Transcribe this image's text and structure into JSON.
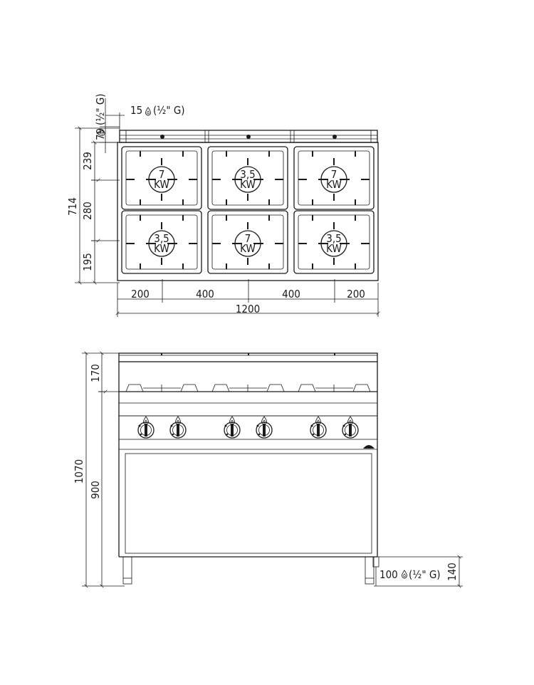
{
  "top_view": {
    "gas_connection_top": {
      "value": "15",
      "thread": "(½\" G)"
    },
    "gas_connection_side": {
      "value": "79",
      "thread": "(½\" G)"
    },
    "burners": [
      {
        "line1": "7",
        "line2": "KW"
      },
      {
        "line1": "3,5",
        "line2": "KW"
      },
      {
        "line1": "7",
        "line2": "KW"
      },
      {
        "line1": "3,5",
        "line2": "KW"
      },
      {
        "line1": "7",
        "line2": "KW"
      },
      {
        "line1": "3,5",
        "line2": "KW"
      }
    ],
    "dimensions": {
      "depth_total": "714",
      "depth_rear": "239",
      "depth_middle": "280",
      "depth_front": "195",
      "width_seg_1": "200",
      "width_seg_2": "400",
      "width_seg_3": "400",
      "width_seg_4": "200",
      "width_total": "1200"
    }
  },
  "front_view": {
    "dimensions": {
      "height_total": "1070",
      "height_top": "170",
      "height_base": "900",
      "connection_height": "140",
      "connection_offset": "100",
      "connection_thread": "(½\" G)"
    },
    "knob_count": 6
  }
}
